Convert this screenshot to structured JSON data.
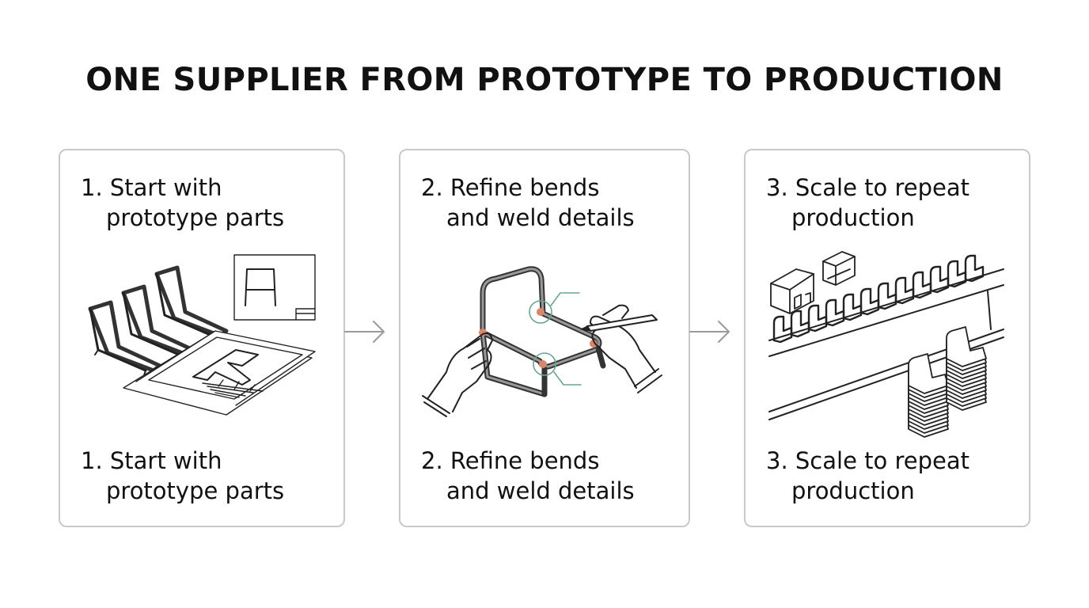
{
  "title": "ONE SUPPLIER FROM PROTOTYPE TO PRODUCTION",
  "steps": [
    {
      "line1": "1. Start with",
      "line2": "prototype parts"
    },
    {
      "line1": "2. Refine bends",
      "line2": "and weld details"
    },
    {
      "line1": "3. Scale to repeat",
      "line2": "production"
    }
  ],
  "colors": {
    "stroke": "#222222",
    "border": "#c9c9c9",
    "weld": "#d9876a",
    "callout": "#6aa58f",
    "arrow": "#9a9a9a"
  },
  "icons": [
    "chair-frames-icon",
    "drawing-icon",
    "blueprint-icon",
    "hands-icon",
    "pencil-icon",
    "production-line-icon",
    "stacked-frames-icon"
  ]
}
